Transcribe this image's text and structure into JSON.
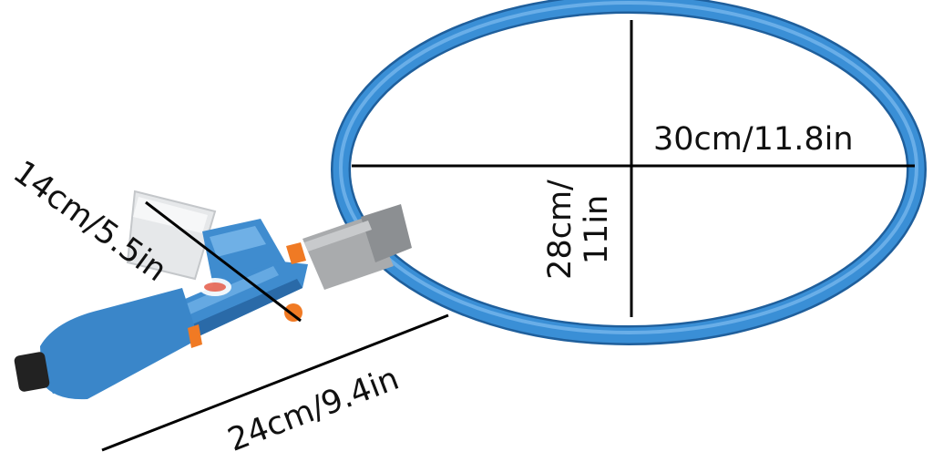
{
  "product": {
    "ring_color": "#3a8fd6",
    "ring_highlight": "#7dbbf0",
    "handle_color": "#3f8ccf",
    "handle_dark": "#2a6aa8",
    "accent_color": "#f07a24",
    "collar_color": "#a9abad",
    "cap_color": "#222222"
  },
  "dimensions": {
    "width_label": "30cm/11.8in",
    "height_label_line1": "28cm/",
    "height_label_line2": "11in",
    "brush_label": "14cm/5.5in",
    "length_label": "24cm/9.4in",
    "line_color": "#000000"
  }
}
